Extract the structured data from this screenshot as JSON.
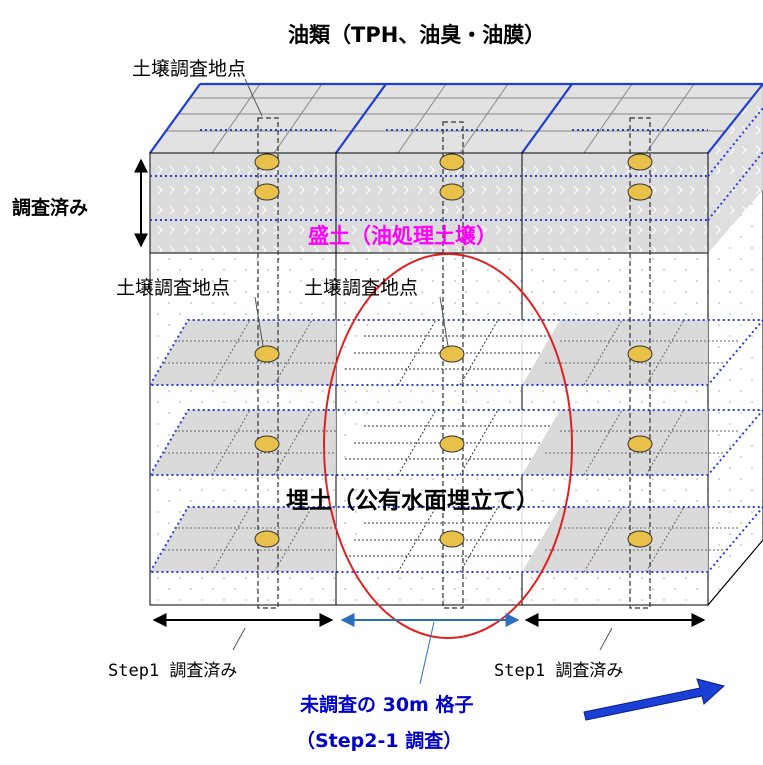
{
  "title": "油類（TPH、油臭・油膜）",
  "labels": {
    "soil_point_top": "土壌調査地点",
    "soil_point_left": "土壌調査地点",
    "soil_point_center": "土壌調査地点",
    "investigated_left": "調査済み",
    "fill_soil": "盛土（油処理土壌）",
    "reclaimed": "埋土（公有水面埋立て）",
    "step1_left": "Step1 調査済み",
    "step1_right": "Step1 調査済み",
    "uninvestigated_line1": "未調査の 30m 格子",
    "uninvestigated_line2": "（Step2-1 調査）"
  },
  "colors": {
    "fill_label": "#ff00ff",
    "uninvestigated": "#0000cc",
    "circle": "#e02020",
    "grid_blue": "#2222cc",
    "point_fill": "#e8c04a",
    "arrow_blue": "#1a3fd6"
  }
}
